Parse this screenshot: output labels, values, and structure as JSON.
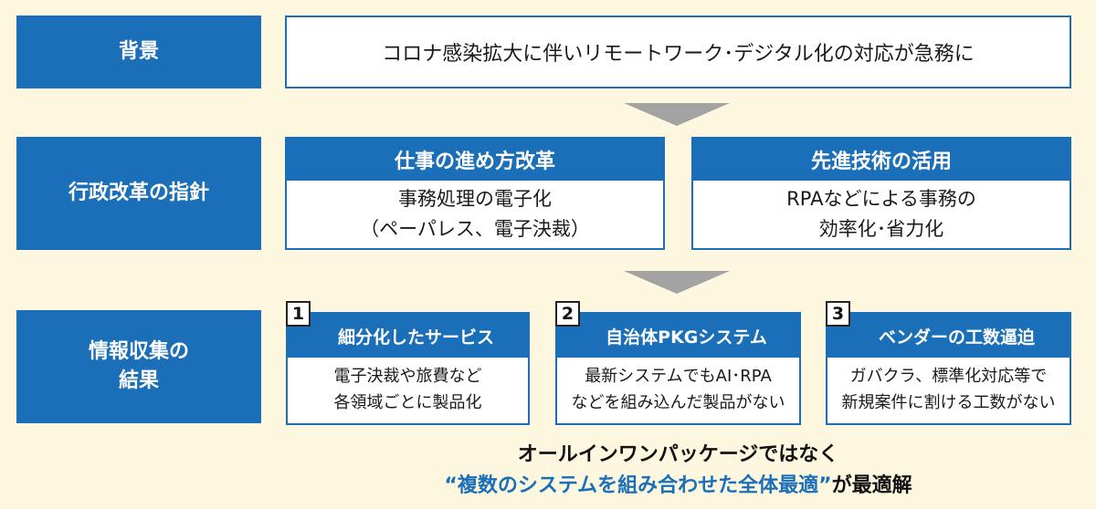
{
  "rows": {
    "background": {
      "label": "背景",
      "text": "コロナ感染拡大に伴いリモートワーク･デジタル化の対応が急務に"
    },
    "policy": {
      "label": "行政改革の指針",
      "cards": [
        {
          "title": "仕事の進め方改革",
          "lines": [
            "事務処理の電子化",
            "（ペーパレス、電子決裁）"
          ]
        },
        {
          "title": "先進技術の活用",
          "lines": [
            "RPAなどによる事務の",
            "効率化･省力化"
          ]
        }
      ]
    },
    "research": {
      "label_lines": [
        "情報収集の",
        "結果"
      ],
      "cards": [
        {
          "number": "1",
          "title": "細分化したサービス",
          "lines": [
            "電子決裁や旅費など",
            "各領域ごとに製品化"
          ]
        },
        {
          "number": "2",
          "title": "自治体PKGシステム",
          "lines": [
            "最新システムでもAI･RPA",
            "などを組み込んだ製品がない"
          ]
        },
        {
          "number": "3",
          "title": "ベンダーの工数逼迫",
          "lines": [
            "ガバクラ、標準化対応等で",
            "新規案件に割ける工数がない"
          ]
        }
      ]
    }
  },
  "conclusion": {
    "line1": "オールインワンパッケージではなく",
    "line2_highlight": "“複数のシステムを組み合わせた全体最適”",
    "line2_tail": "が最適解"
  },
  "colors": {
    "primary_blue": "#1a6fb8",
    "background_cream": "#fdf7df",
    "arrow_gray": "#a3a3a3"
  }
}
